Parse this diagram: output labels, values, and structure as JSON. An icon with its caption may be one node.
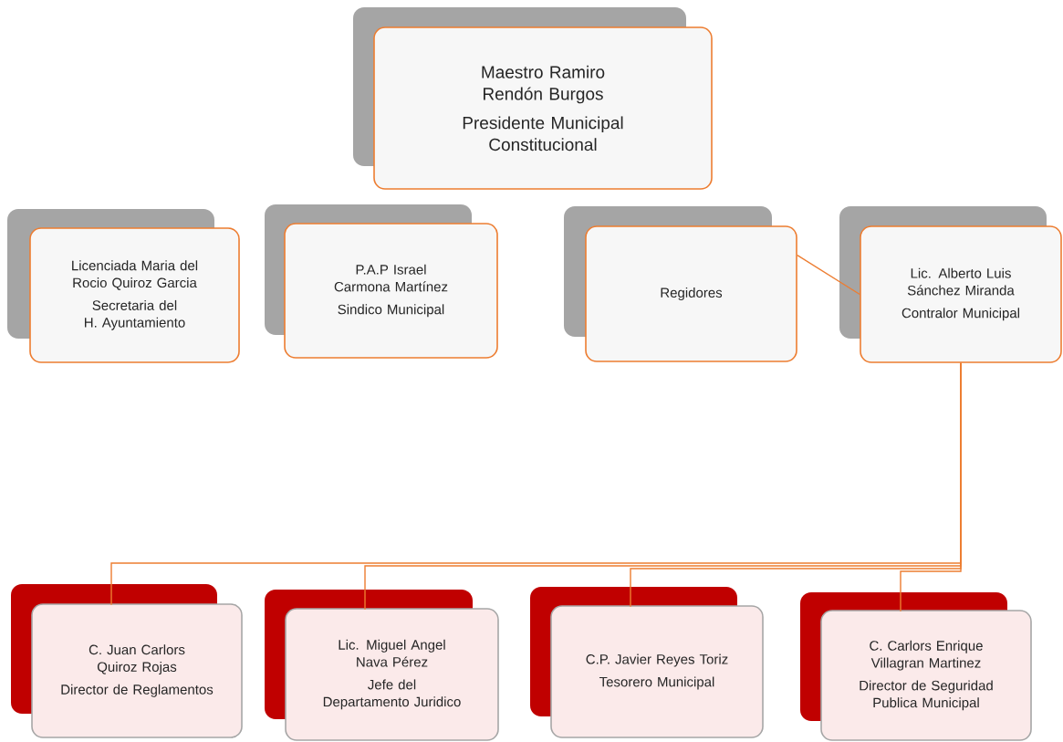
{
  "diagram": {
    "nodes": [
      {
        "text": [
          "Maestro Ramiro Rendón Burgos",
          "Presidente Municipal Constitucional"
        ]
      },
      {
        "text": [
          "Licenciada Maria del Rocio Quiroz Garcia",
          "Secretaria del H. Ayuntamiento"
        ]
      },
      {
        "text": [
          "P.A.P Israel Carmona Martínez",
          "Sindico Municipal"
        ]
      },
      {
        "text": [
          "Regidores"
        ]
      },
      {
        "text": [
          "Lic. Alberto Luis Sánchez Miranda",
          "Contralor Municipal"
        ]
      },
      {
        "text": [
          "C. Juan Carlors Quiroz Rojas",
          "Director de Reglamentos"
        ]
      },
      {
        "text": [
          "Lic. Miguel Angel Nava Pérez",
          "Jefe del Departamento Juridico"
        ]
      },
      {
        "text": [
          "C.P. Javier Reyes Toriz",
          "Tesorero Municipal"
        ]
      },
      {
        "text": [
          "C. Carlors Enrique Villagran Martinez",
          "Director de Seguridad Publica Municipal"
        ]
      }
    ],
    "edges": [
      {
        "from": 3,
        "to": 4,
        "arrow": "none"
      },
      {
        "from": 4,
        "to": 5,
        "arrow": "none"
      },
      {
        "from": 4,
        "to": 6,
        "arrow": "none"
      },
      {
        "from": 4,
        "to": 7,
        "arrow": "none"
      },
      {
        "from": 4,
        "to": 8,
        "arrow": "none"
      }
    ]
  }
}
